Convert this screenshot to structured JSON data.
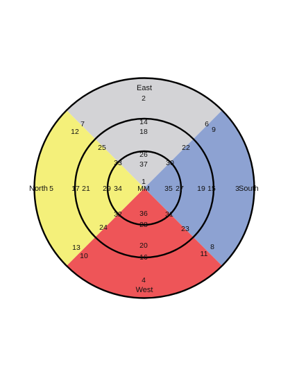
{
  "diagram": {
    "directions": {
      "top": "East",
      "bottom": "West",
      "left": "North",
      "right": "South"
    },
    "center_label": "MM",
    "colors": {
      "east": "#d3d3d6",
      "south": "#8da2d2",
      "west": "#ee5558",
      "north": "#f4f07a",
      "ring_stroke": "#000000"
    },
    "labels": {
      "n1": "1",
      "n2": "2",
      "n3": "3",
      "n4": "4",
      "n5": "5",
      "n6": "6",
      "n7": "7",
      "n8": "8",
      "n9": "9",
      "n10": "10",
      "n11": "11",
      "n12": "12",
      "n13": "13",
      "n14": "14",
      "n15": "15",
      "n16": "16",
      "n17": "17",
      "n18": "18",
      "n19": "19",
      "n20": "20",
      "n21": "21",
      "n22": "22",
      "n23": "23",
      "n24": "24",
      "n25": "25",
      "n26": "26",
      "n27": "27",
      "n28": "28",
      "n29": "29",
      "n30": "30",
      "n31": "31",
      "n32": "32",
      "n33": "33",
      "n34": "34",
      "n35": "35",
      "n36": "36",
      "n37": "37"
    }
  }
}
